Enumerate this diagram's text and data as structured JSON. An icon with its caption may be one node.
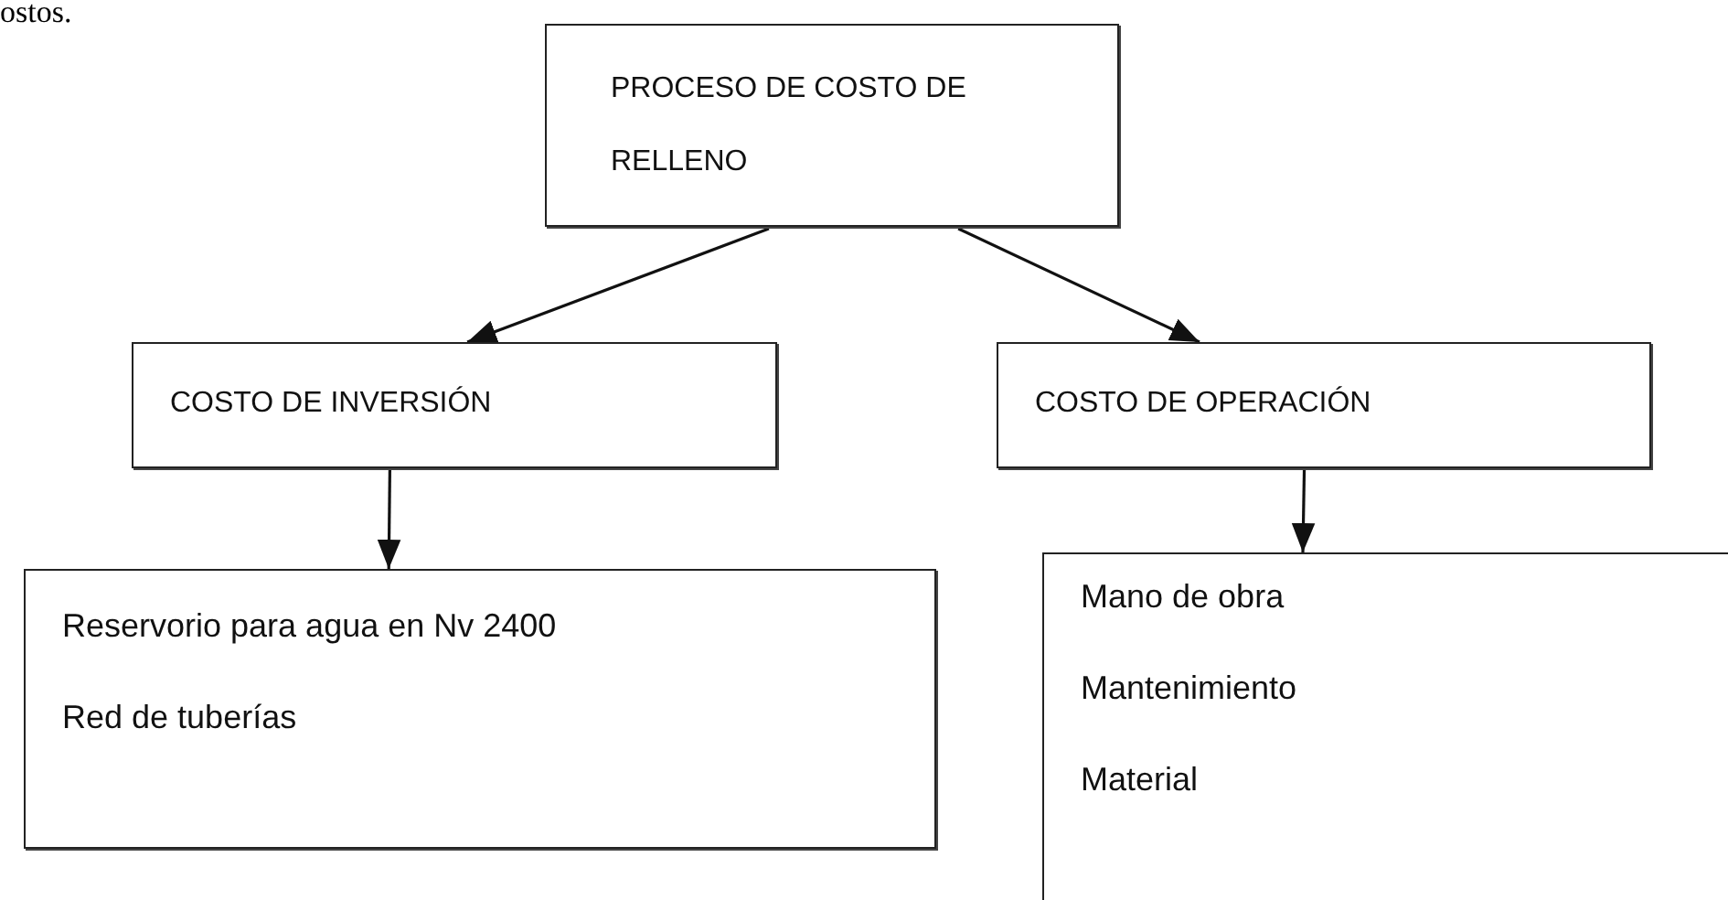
{
  "diagram": {
    "nodes": [
      {
        "text": [
          "PROCESO DE COSTO DE RELLENO"
        ]
      },
      {
        "text": [
          "COSTO DE INVERSIÓN"
        ]
      },
      {
        "text": [
          "COSTO DE OPERACIÓN"
        ]
      },
      {
        "text": [
          "Reservorio para agua en Nv 2400",
          "Red de tuberías"
        ]
      },
      {
        "text": [
          "Mano de obra",
          "Mantenimiento",
          "Material"
        ]
      }
    ],
    "edges": [
      {
        "from": 0,
        "to": 1,
        "arrow": "to"
      },
      {
        "from": 0,
        "to": 2,
        "arrow": "to"
      },
      {
        "from": 1,
        "to": 3,
        "arrow": "to"
      },
      {
        "from": 2,
        "to": 4,
        "arrow": "to"
      }
    ],
    "labels": [
      "ostos."
    ]
  }
}
